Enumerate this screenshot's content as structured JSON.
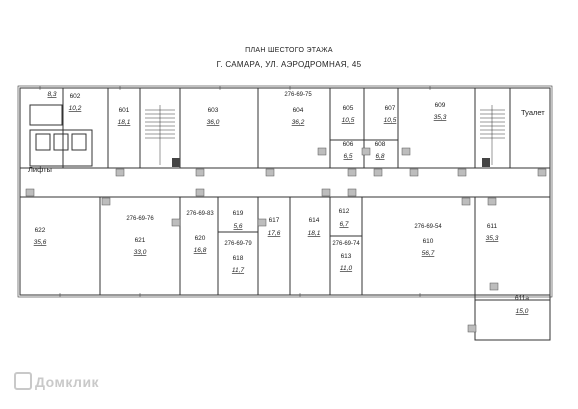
{
  "title_line1": "ПЛАН ШЕСТОГО ЭТАЖА",
  "title_line2": "Г. САМАРА,  УЛ. АЭРОДРОМНАЯ, 45",
  "lifts_label": "Лифты",
  "toilet_label": "Туалет",
  "watermark": "Домклик",
  "rooms": [
    {
      "num": "602",
      "area": "10,2"
    },
    {
      "num": "",
      "area": "8,3"
    },
    {
      "num": "601",
      "area": "18,1"
    },
    {
      "num": "603",
      "area": "36,0"
    },
    {
      "num": "604",
      "area": "36,2"
    },
    {
      "num": "605",
      "area": "10,5"
    },
    {
      "num": "607",
      "area": "10,5"
    },
    {
      "num": "609",
      "area": "35,3"
    },
    {
      "num": "606",
      "area": "6,5"
    },
    {
      "num": "608",
      "area": "6,8"
    },
    {
      "num": "622",
      "area": "35,6"
    },
    {
      "num": "621",
      "area": "33,0"
    },
    {
      "num": "620",
      "area": "16,8"
    },
    {
      "num": "619",
      "area": "5,6"
    },
    {
      "num": "618",
      "area": "11,7"
    },
    {
      "num": "617",
      "area": "17,6"
    },
    {
      "num": "614",
      "area": "18,1"
    },
    {
      "num": "612",
      "area": "6,7"
    },
    {
      "num": "613",
      "area": "11,0"
    },
    {
      "num": "610",
      "area": "56,7"
    },
    {
      "num": "611",
      "area": "35,3"
    },
    {
      "num": "611а",
      "area": "15,0"
    }
  ],
  "phones": [
    "276-69-75",
    "276-69-76",
    "276-69-83",
    "276-69-79",
    "276-69-74",
    "276-69-54"
  ]
}
